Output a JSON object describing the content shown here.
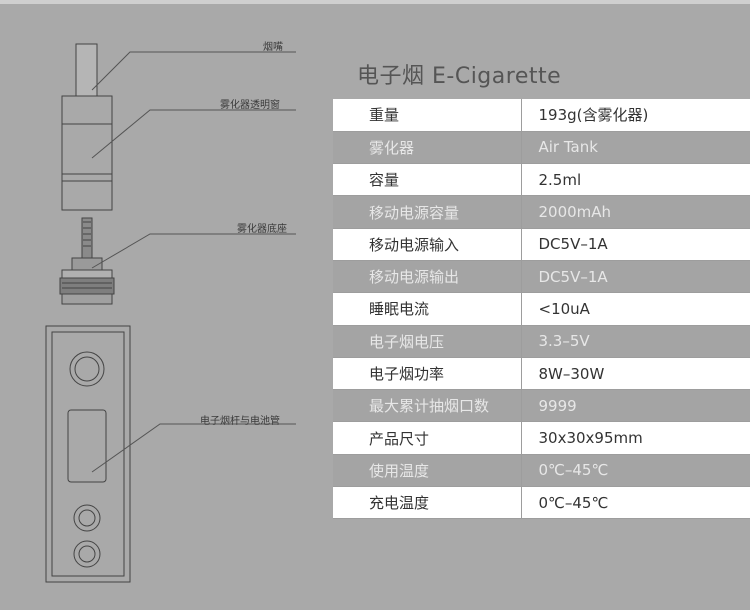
{
  "title": "电子烟 E-Cigarette",
  "callouts": {
    "mouthpiece": "烟嘴",
    "window": "雾化器透明窗",
    "base": "雾化器底座",
    "body": "电子烟杆与电池管"
  },
  "specs": [
    {
      "label": "重量",
      "value": "193g(含雾化器)"
    },
    {
      "label": "雾化器",
      "value": "Air Tank"
    },
    {
      "label": "容量",
      "value": "2.5ml"
    },
    {
      "label": "移动电源容量",
      "value": "2000mAh"
    },
    {
      "label": "移动电源输入",
      "value": "DC5V–1A"
    },
    {
      "label": "移动电源输出",
      "value": "DC5V–1A"
    },
    {
      "label": "睡眠电流",
      "value": "<10uA"
    },
    {
      "label": "电子烟电压",
      "value": "3.3–5V"
    },
    {
      "label": "电子烟功率",
      "value": "8W–30W"
    },
    {
      "label": "最大累计抽烟口数",
      "value": "9999"
    },
    {
      "label": "产品尺寸",
      "value": "30x30x95mm"
    },
    {
      "label": "使用温度",
      "value": "0℃–45℃"
    },
    {
      "label": "充电温度",
      "value": "0℃–45℃"
    }
  ],
  "colors": {
    "background": "#a9a9a9",
    "row_light": "#ffffff",
    "row_dark": "#a4a4a4"
  }
}
